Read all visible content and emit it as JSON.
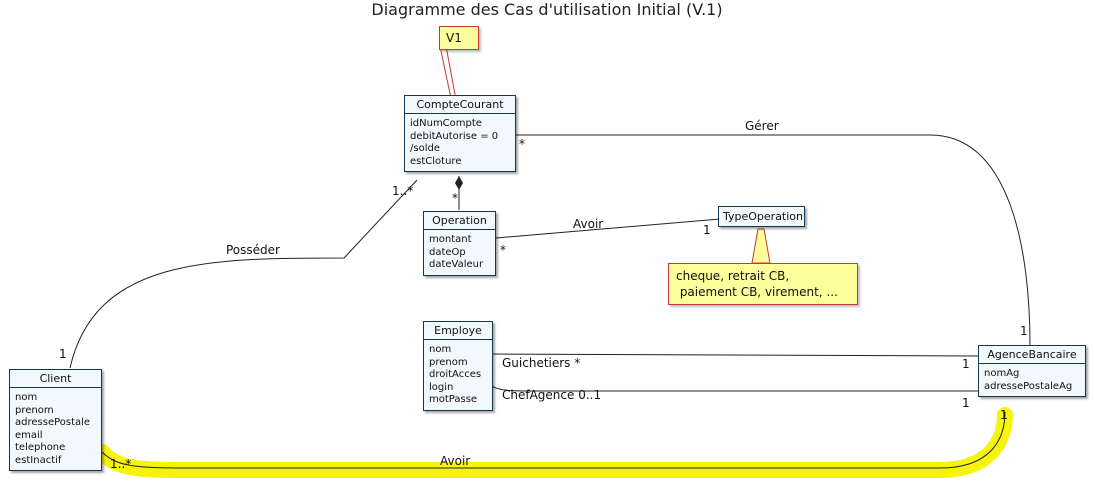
{
  "title": "Diagramme des Cas d'utilisation Initial (V.1)",
  "notes": {
    "v1": "V1",
    "type_operation_note_line1": "cheque, retrait CB,",
    "type_operation_note_line2": " paiement CB, virement, ..."
  },
  "classes": {
    "compte_courant": {
      "name": "CompteCourant",
      "attributes": [
        "idNumCompte",
        "debitAutorise = 0",
        "/solde",
        "estCloture"
      ]
    },
    "operation": {
      "name": "Operation",
      "attributes": [
        "montant",
        "dateOp",
        "dateValeur"
      ]
    },
    "type_operation": {
      "name": "TypeOperation",
      "attributes": []
    },
    "employe": {
      "name": "Employe",
      "attributes": [
        "nom",
        "prenom",
        "droitAcces",
        "login",
        "motPasse"
      ]
    },
    "client": {
      "name": "Client",
      "attributes": [
        "nom",
        "prenom",
        "adressePostale",
        "email",
        "telephone",
        "estInactif"
      ]
    },
    "agence_bancaire": {
      "name": "AgenceBancaire",
      "attributes": [
        "nomAg",
        "adressePostaleAg"
      ]
    }
  },
  "associations": {
    "gerer": {
      "label": "Gérer",
      "mult_compte": "*",
      "mult_agence": "1"
    },
    "posseder": {
      "label": "Posséder",
      "mult_compte": "1..*",
      "mult_client": "1"
    },
    "composition": {
      "mult_operation": "*"
    },
    "avoir_type": {
      "label": "Avoir",
      "mult_operation": "*",
      "mult_type": "1"
    },
    "guichetiers": {
      "label": "Guichetiers *",
      "mult_agence": "1"
    },
    "chef_agence": {
      "label": "ChefAgence 0..1",
      "mult_agence": "1"
    },
    "avoir_client": {
      "label": "Avoir",
      "mult_client": "1..*",
      "mult_agence": "1"
    }
  },
  "highlight_color": "#f5f200",
  "note_border_color": "#c23a3a",
  "class_fill_color": "#f2f8fc"
}
